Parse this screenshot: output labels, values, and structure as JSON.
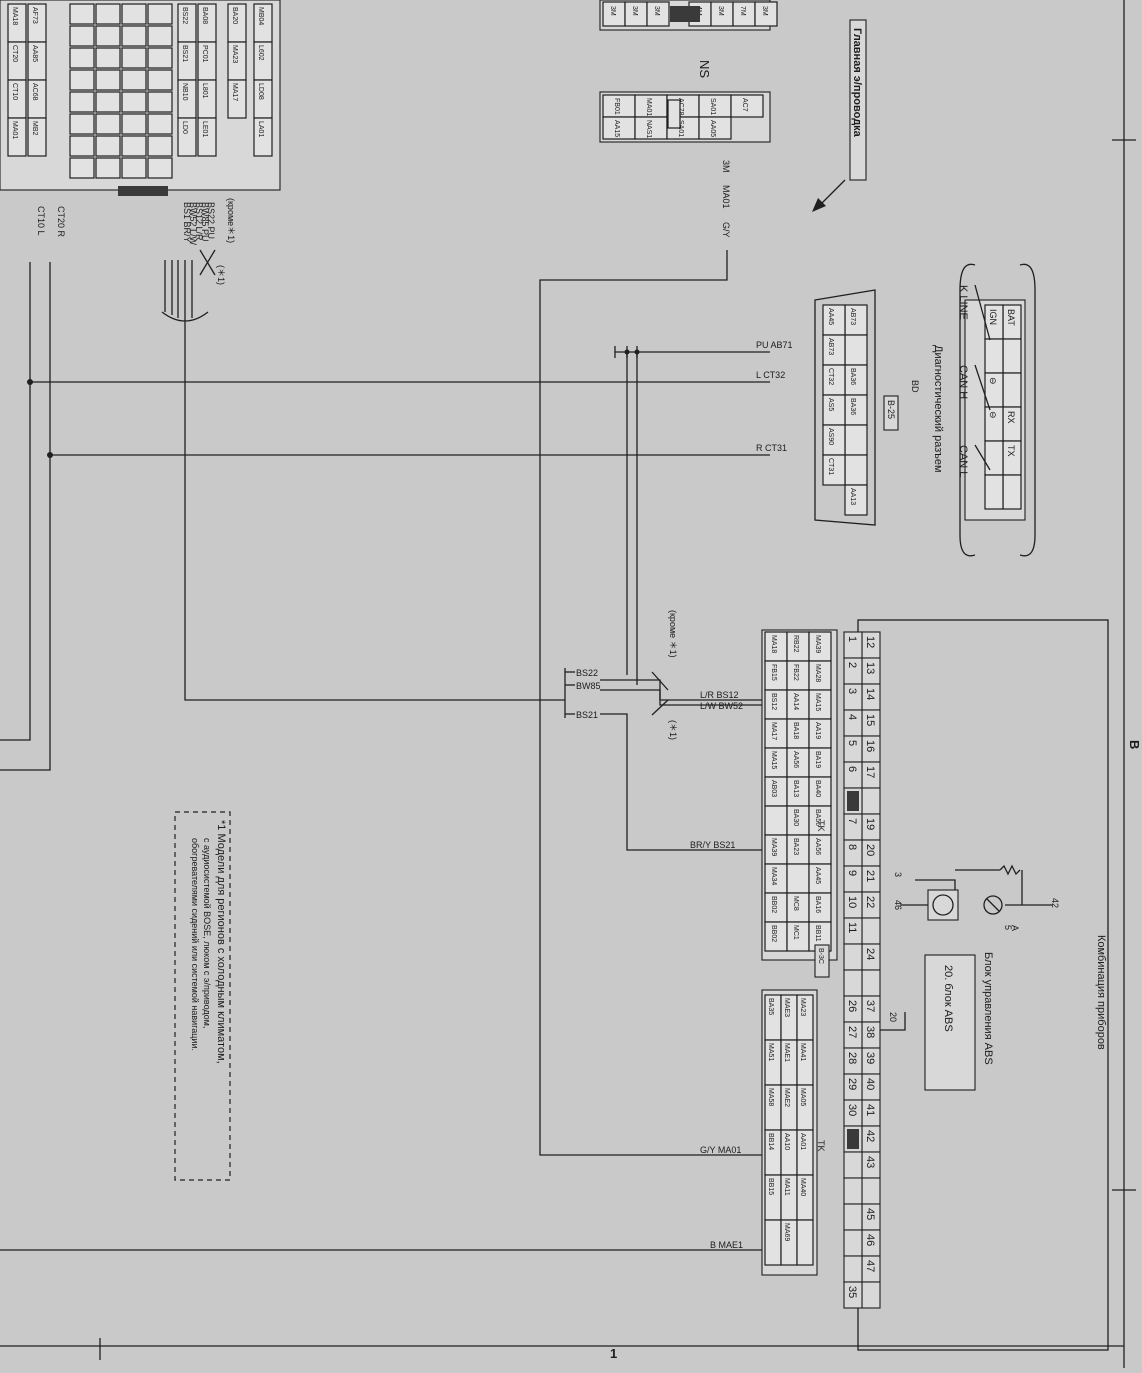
{
  "zone_letter": "B",
  "sheet_number": "1",
  "instrument_cluster": {
    "title": "Комбинация приборов",
    "abs_unit_title": "Блок управления ABS",
    "abs_block_label": "20. блок ABS",
    "callout_20": "20",
    "pins_row1": [
      "12",
      "13",
      "14",
      "15",
      "16",
      "17",
      "",
      "19",
      "20",
      "21",
      "22",
      "",
      "24",
      "",
      "37",
      "38",
      "39",
      "40",
      "41",
      "42",
      "43",
      "",
      "45",
      "46",
      "47",
      ""
    ],
    "pins_row2": [
      "1",
      "2",
      "3",
      "4",
      "5",
      "6",
      "",
      "7",
      "8",
      "9",
      "10",
      "11",
      "",
      "",
      "26",
      "27",
      "28",
      "29",
      "30",
      "",
      "",
      "",
      "",
      "",
      "",
      "35"
    ],
    "lamp_pins": [
      "42",
      "3",
      "46",
      "5"
    ],
    "lamp_labels": [
      "A"
    ]
  },
  "diagnostic_connector": {
    "title": "Диагностический разъем",
    "top_row": [
      "BAT",
      "",
      "",
      "RX",
      "TX",
      ""
    ],
    "second_row": [
      "IGN",
      "",
      "⊖",
      "⊖",
      "",
      ""
    ],
    "labels": [
      "K LINE",
      "CAN H",
      "CAN L"
    ]
  },
  "bd_connector": {
    "code": "BD",
    "ref": "B-25",
    "top_row": [
      "AB73",
      "",
      "BA36",
      "BA36",
      "",
      ""
    ],
    "bottom_row": [
      "AA45",
      "AB73",
      "CT32",
      "AS5",
      "AS90",
      "CT31"
    ],
    "extra": "AA13"
  },
  "main_harness": {
    "label": "Главная э/проводка",
    "ns_label": "NS",
    "ns_pins": [
      "3M",
      "3M",
      "3M",
      "4M",
      "3M",
      "7M",
      "3M"
    ],
    "ns_codes": [
      "FB01",
      "AA15",
      "MA01",
      "NAS1",
      "AC78",
      "SA01",
      "SA01",
      "AA05",
      "AC7"
    ],
    "ma01_label": "MA01",
    "gy": "G/Y",
    "pin": "3M"
  },
  "right_wires": [
    {
      "color": "PU",
      "circuit": "AB71"
    },
    {
      "color": "L",
      "circuit": "CT32"
    },
    {
      "color": "R",
      "circuit": "CT31"
    }
  ],
  "splice": {
    "bs22": "BS22",
    "bw85": "BW85",
    "bs21": "BS21",
    "except1": "(кроме ＊1)",
    "star1": "(＊1)",
    "lr_bs12": "L/R  BS12",
    "lw_bw52": "L/W  BW52",
    "bry_bs21": "BR/Y  BS21",
    "gy_ma01": "G/Y  MA01",
    "b_mae1": "B  MAE1"
  },
  "tk_connectors": {
    "label": "TK",
    "ref": "B-3C",
    "tk1_codes": [
      "MA18",
      "FB15",
      "BS12",
      "MA17",
      "MA15",
      "AB03",
      "",
      "MA39",
      "MA34",
      "BB02",
      "BB02",
      "RB22",
      "FB22",
      "AA14",
      "BA18",
      "AA56",
      "BA13",
      "BA30",
      "BA23",
      "",
      "MC8",
      "MC1",
      "MA39",
      "MA28",
      "MA15",
      "AA19",
      "BA19",
      "BA40",
      "BA56",
      "AA56",
      "AA45",
      "BA16",
      "BB11"
    ],
    "tk2_codes": [
      "BA35",
      "MA51",
      "MA58",
      "BB14",
      "BB15",
      "",
      "MAE3",
      "MAE1",
      "MAE2",
      "AA10",
      "MA11",
      "MA69",
      "MA23",
      "MA41",
      "MA05",
      "AA01",
      "MA40",
      ""
    ]
  },
  "left_top": {
    "except1": "(кроме＊1)",
    "star1": "(＊1)",
    "wires": [
      {
        "circuit": "BS22",
        "color": "PU"
      },
      {
        "circuit": "BW85",
        "color": "PU"
      },
      {
        "circuit": "BS12",
        "color": "L/R"
      },
      {
        "circuit": "BW52",
        "color": "L/W"
      },
      {
        "circuit": "BS1",
        "color": "BR/Y"
      }
    ],
    "left_wires": [
      {
        "circuit": "CT20",
        "color": "R"
      },
      {
        "circuit": "CT10",
        "color": "L"
      }
    ],
    "box_codes": [
      "MA18",
      "CT20",
      "CT10",
      "MA01",
      "AF73",
      "AA85",
      "AC68",
      "MB2",
      "BS22",
      "BS21",
      "NB10",
      "LD0",
      "BA08",
      "PC01",
      "L801",
      "LE01",
      "BA20",
      "MA23",
      "MA17",
      "MB04",
      "L602",
      "LD08",
      "LA01"
    ]
  },
  "footnote": {
    "marker": "*1",
    "lines": [
      "Модели для регионов с холодным климатом,",
      "с аудиосистемой BOSE, люком с э/приводом,",
      "обогревателями сидений или системой навигации."
    ]
  }
}
